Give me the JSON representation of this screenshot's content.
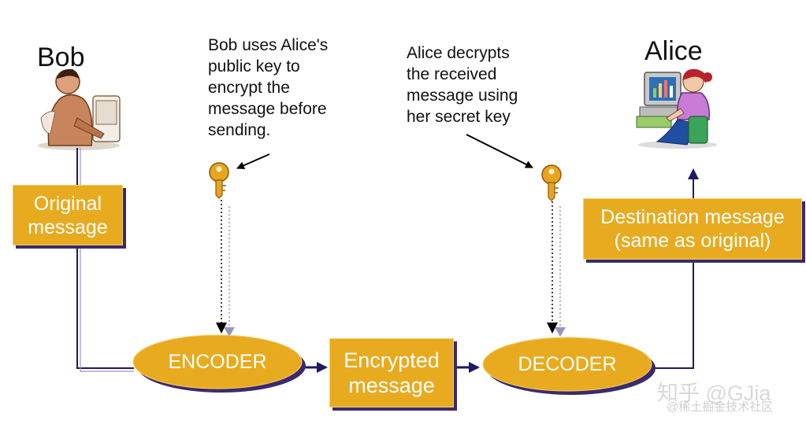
{
  "names": {
    "sender": "Bob",
    "receiver": "Alice"
  },
  "notes": {
    "encrypt": "Bob uses Alice's\npublic key to\nencrypt the\nmessage before\nsending.",
    "decrypt": "Alice decrypts\nthe received\nmessage using\nher secret key"
  },
  "boxes": {
    "original": "Original\nmessage",
    "destination": "Destination message\n(same as original)",
    "encrypted": "Encrypted\nmessage"
  },
  "nodes": {
    "encoder": "ENCODER",
    "decoder": "DECODER"
  },
  "icons": {
    "sender_figure": "man-at-computer-icon",
    "receiver_figure": "woman-at-computer-icon",
    "public_key": "key-icon",
    "secret_key": "key-icon"
  },
  "watermark": {
    "main": "知乎 @GJia",
    "sub": "@稀土掘金技术社区"
  },
  "colors": {
    "box": "#e8ab20",
    "shadow": "#3b2a6e",
    "line": "#1a1a66",
    "text_on_box": "#ffffff"
  }
}
